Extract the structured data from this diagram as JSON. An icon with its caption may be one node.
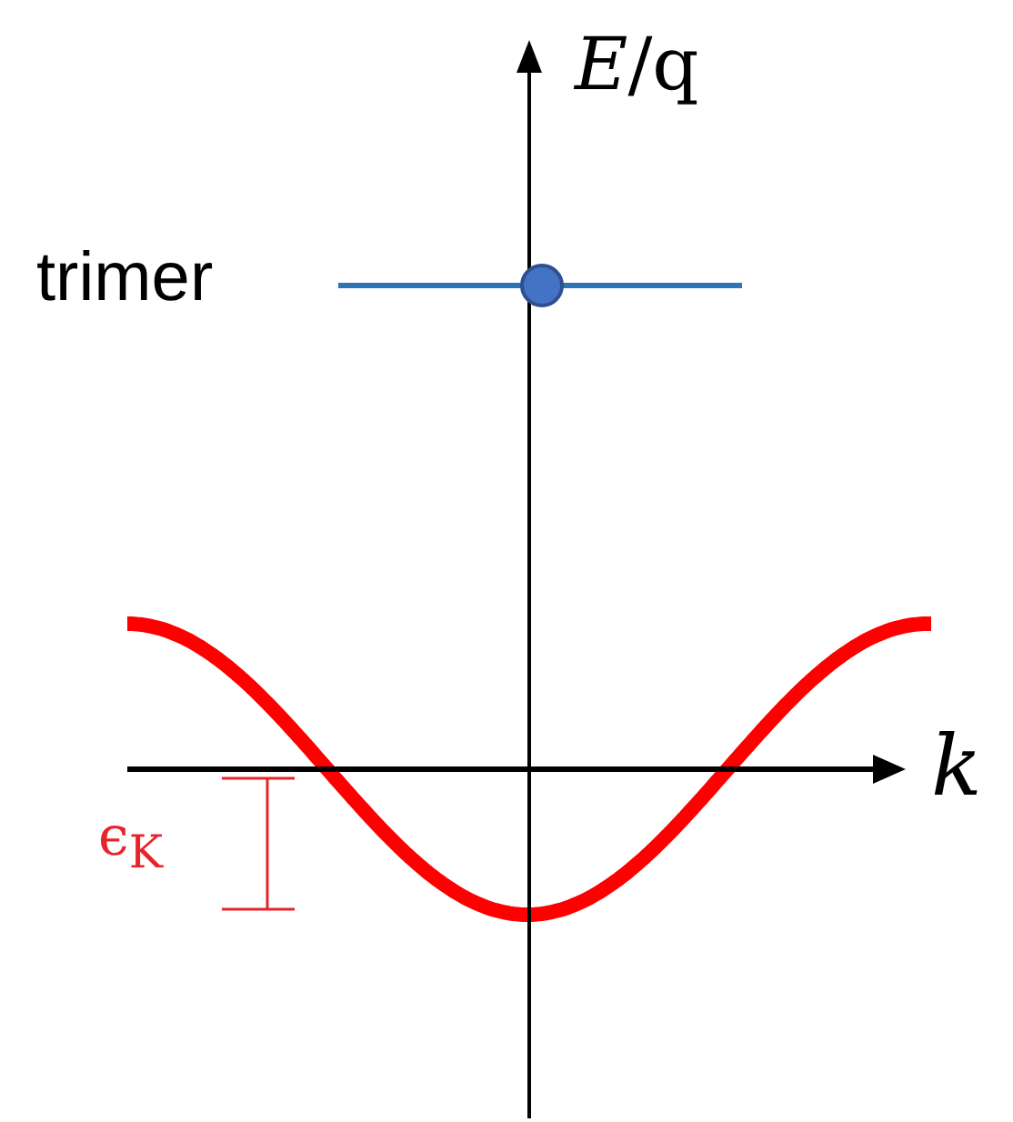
{
  "diagram": {
    "labels": [
      "*E*/q",
      "trimer",
      "k",
      "ϵ$_{K}$"
    ]
  }
}
